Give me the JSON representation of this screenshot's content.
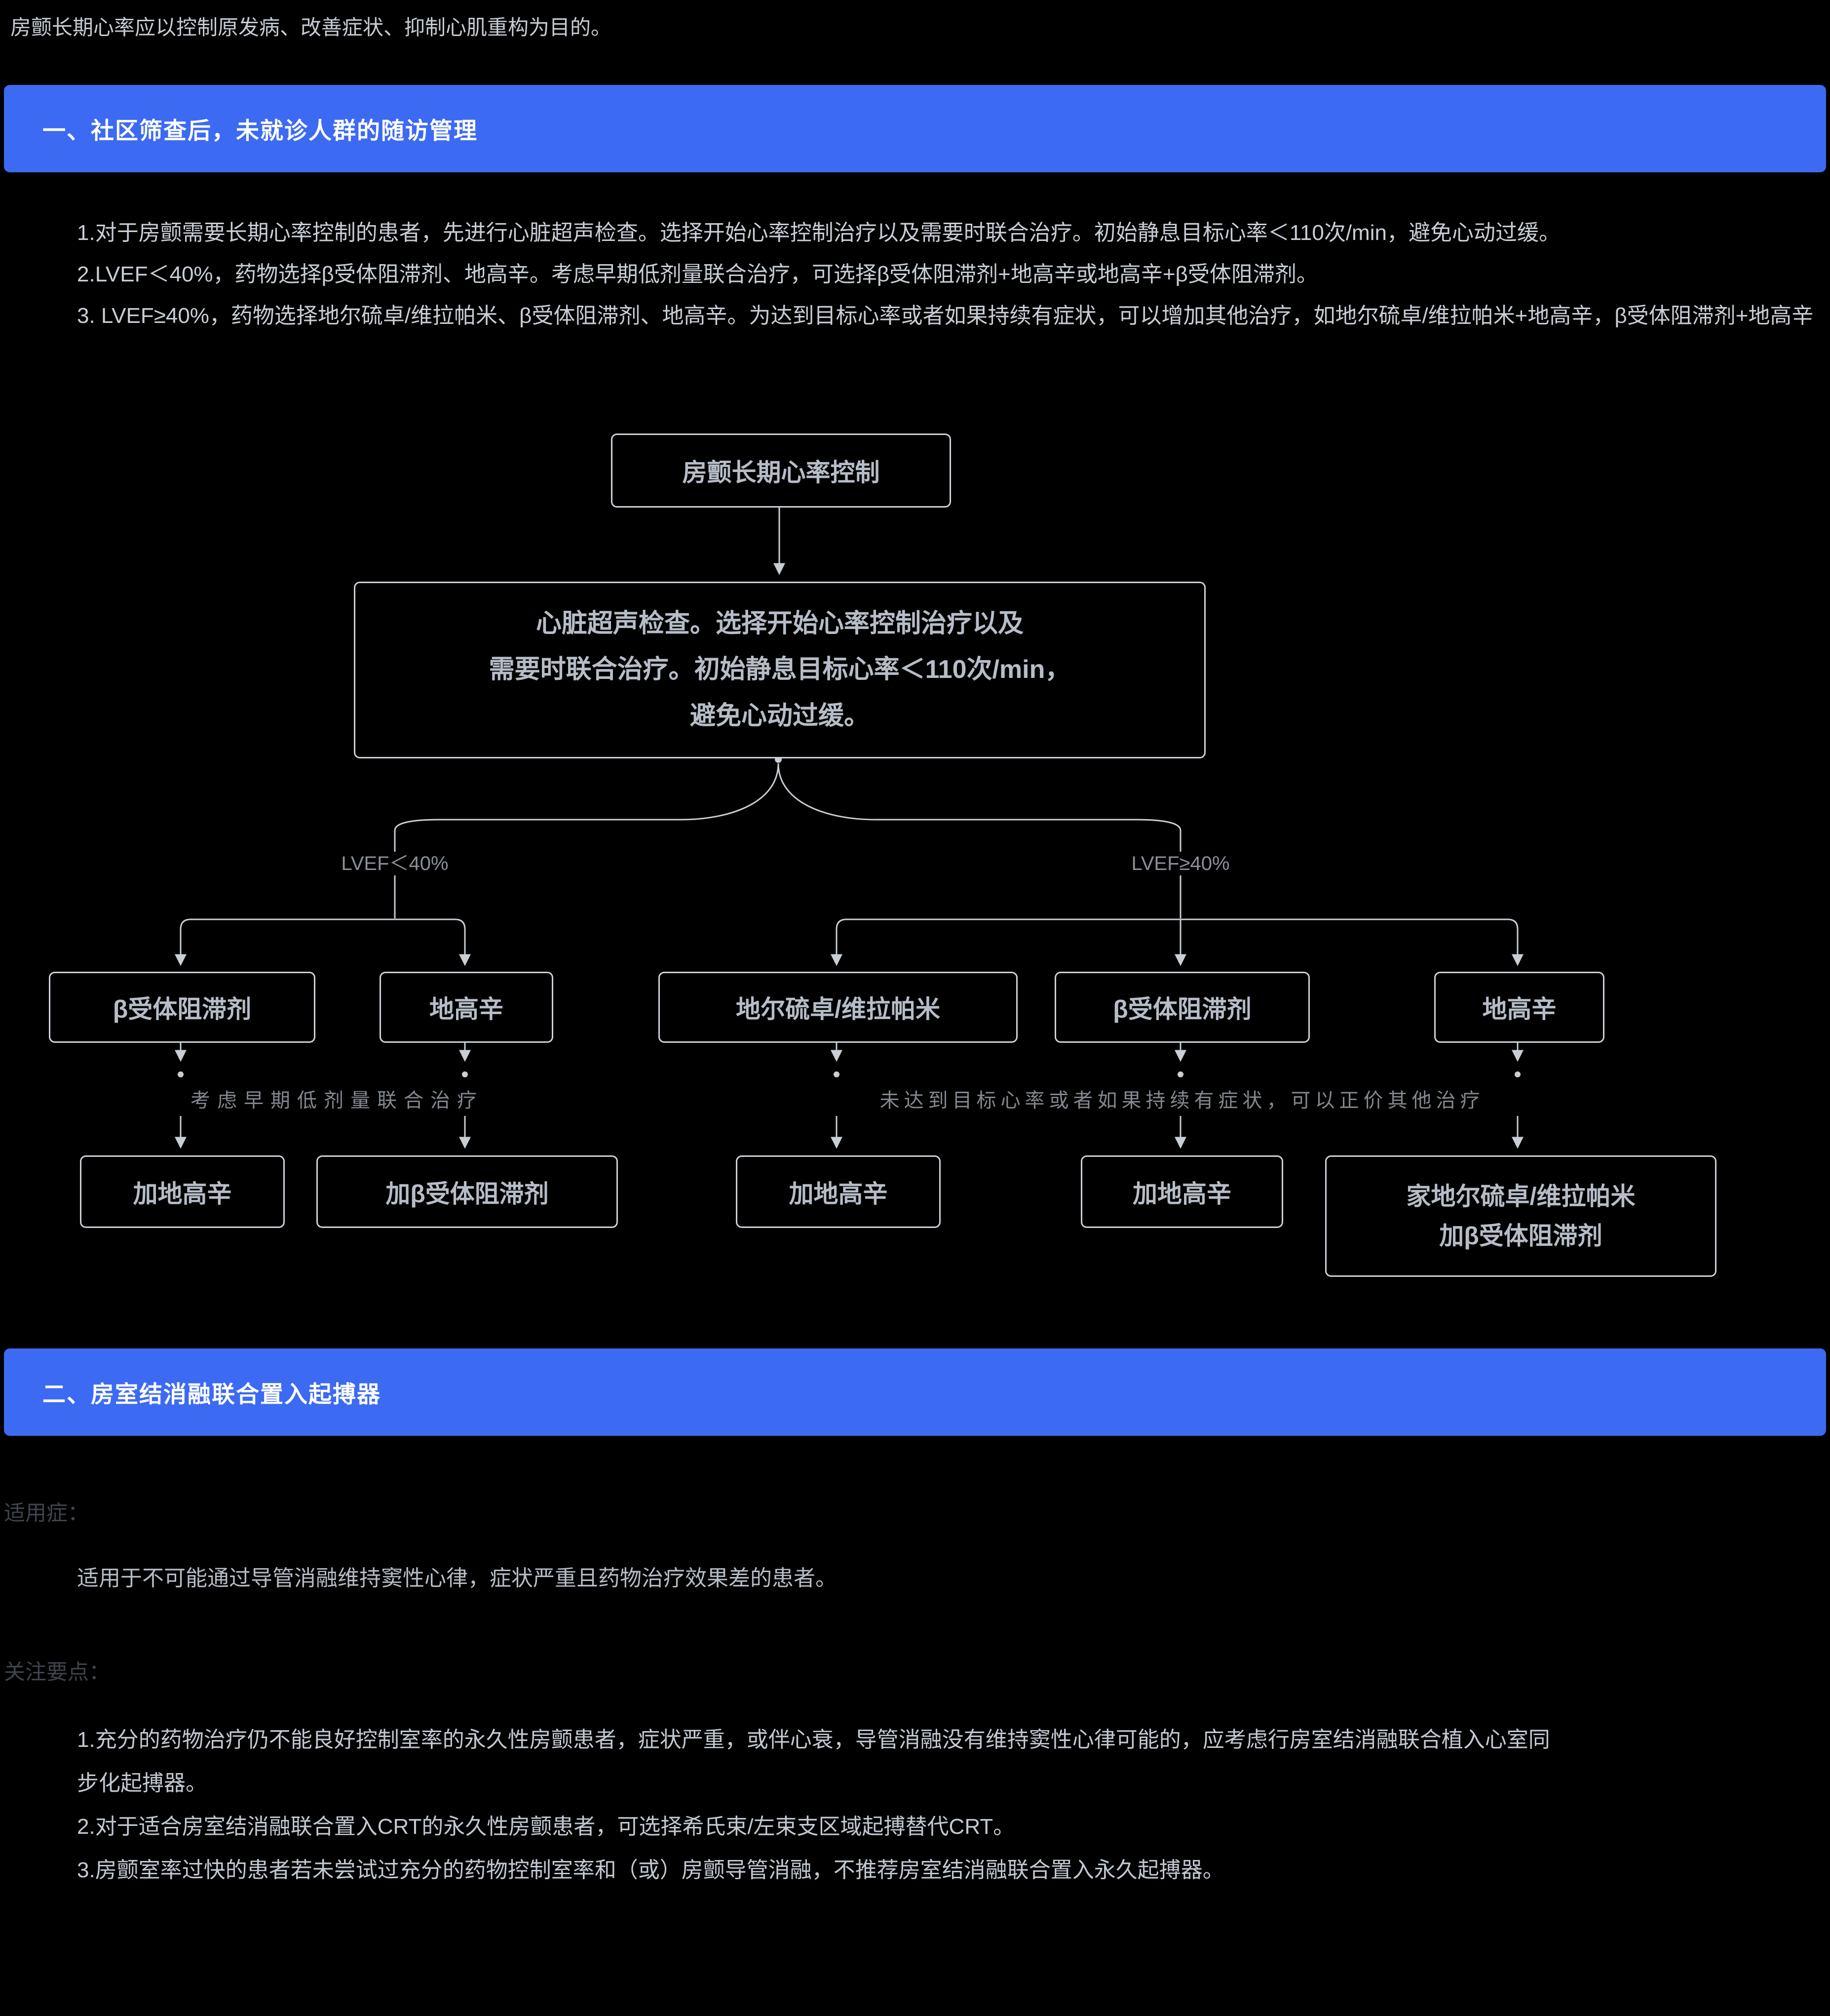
{
  "colors": {
    "accent": "#3c6af2"
  },
  "intro": "房颤长期心率应以控制原发病、改善症状、抑制心肌重构为目的。",
  "section1": {
    "title": "一、社区筛查后，未就诊人群的随访管理",
    "paragraphs": [
      "1.对于房颤需要长期心率控制的患者，先进行心脏超声检查。选择开始心率控制治疗以及需要时联合治疗。初始静息目标心率＜110次/min，避免心动过缓。",
      "2.LVEF＜40%，药物选择β受体阻滞剂、地高辛。考虑早期低剂量联合治疗，可选择β受体阻滞剂+地高辛或地高辛+β受体阻滞剂。",
      "3. LVEF≥40%，药物选择地尔硫卓/维拉帕米、β受体阻滞剂、地高辛。为达到目标心率或者如果持续有症状，可以增加其他治疗，如地尔硫卓/维拉帕米+地高辛，β受体阻滞剂+地高辛"
    ]
  },
  "flowchart": {
    "root": "房颤长期心率控制",
    "assessment": "心脏超声检查。选择开始心率控制治疗以及\n需要时联合治疗。初始静息目标心率＜110次/min，\n避免心动过缓。",
    "branch_left": "LVEF＜40%",
    "branch_right": "LVEF≥40%",
    "row1": [
      "β受体阻滞剂",
      "地高辛",
      "地尔硫卓/维拉帕米",
      "β受体阻滞剂",
      "地高辛"
    ],
    "note_left": "考虑早期低剂量联合治疗",
    "note_right": "未达到目标心率或者如果持续有症状，可以正价其他治疗",
    "row2": [
      "加地高辛",
      "加β受体阻滞剂",
      "加地高辛",
      "加地高辛",
      "家地尔硫卓/维拉帕米\n加β受体阻滞剂"
    ]
  },
  "section2": {
    "title": "二、房室结消融联合置入起搏器",
    "indication_label": "适用症：",
    "indication_text": "适用于不可能通过导管消融维持窦性心律，症状严重且药物治疗效果差的患者。",
    "keypoints_label": "关注要点：",
    "keypoints": [
      "1.充分的药物治疗仍不能良好控制室率的永久性房颤患者，症状严重，或伴心衰，导管消融没有维持窦性心律可能的，应考虑行房室结消融联合植入心室同步化起搏器。",
      "2.对于适合房室结消融联合置入CRT的永久性房颤患者，可选择希氏束/左束支区域起搏替代CRT。",
      "3.房颤室率过快的患者若未尝试过充分的药物控制室率和（或）房颤导管消融，不推荐房室结消融联合置入永久起搏器。"
    ]
  }
}
